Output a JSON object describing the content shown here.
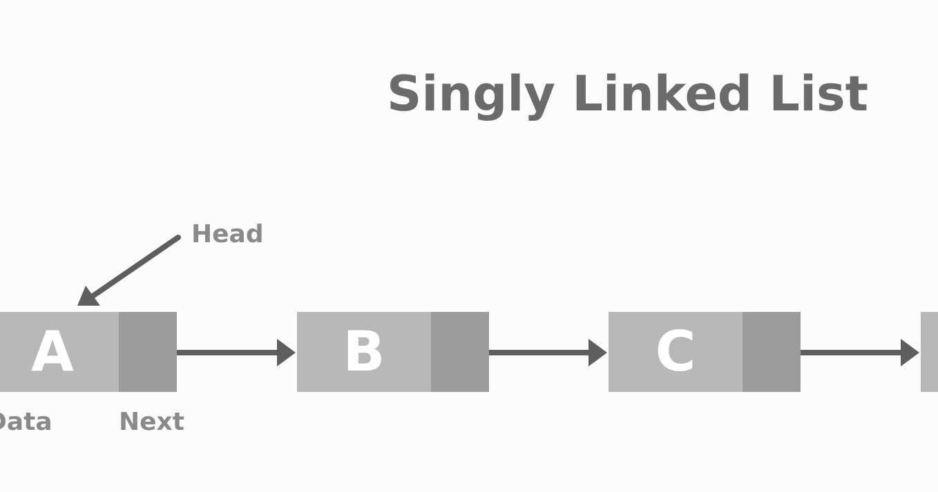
{
  "title": "Singly Linked List",
  "head_label": "Head",
  "data_label": "Data",
  "next_label": "Next",
  "nodes": [
    {
      "value": "A"
    },
    {
      "value": "B"
    },
    {
      "value": "C"
    },
    {
      "value": ""
    }
  ],
  "colors": {
    "background": "#fcfcfc",
    "data_cell": "#b8b8b8",
    "next_cell": "#9c9c9c",
    "arrow": "#5e5e5e",
    "title_text": "#6b6b6b",
    "label_text": "#8a8a8a"
  }
}
